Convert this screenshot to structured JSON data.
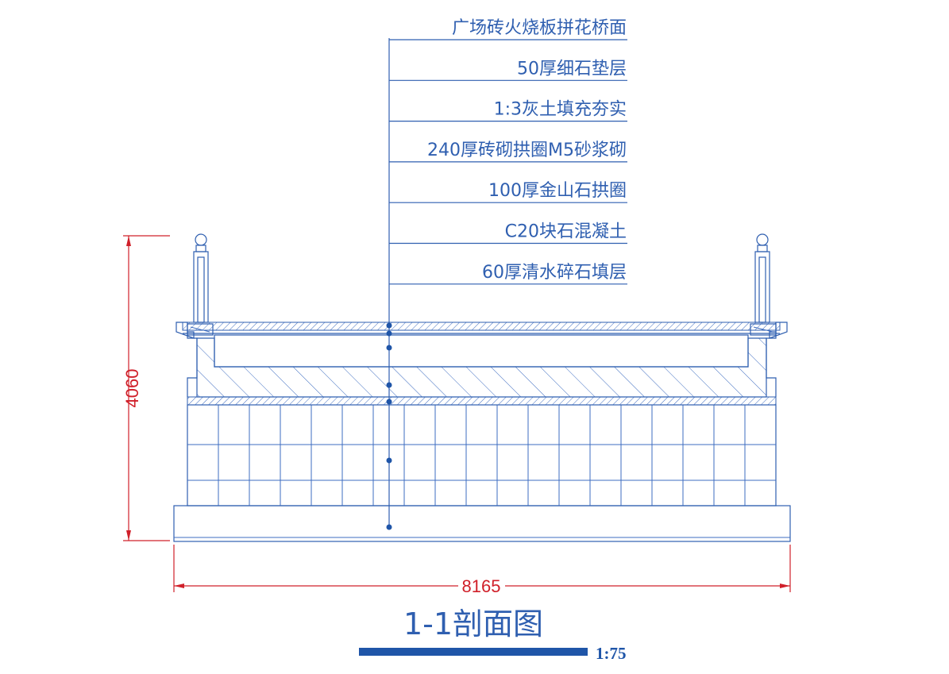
{
  "layers": [
    {
      "label": "广场砖火烧板拼花桥面"
    },
    {
      "label": "50厚细石垫层"
    },
    {
      "label": "1:3灰土填充夯实"
    },
    {
      "label": "240厚砖砌拱圈M5砂浆砌"
    },
    {
      "label": "100厚金山石拱圈"
    },
    {
      "label": "C20块石混凝土"
    },
    {
      "label": "60厚清水碎石填层"
    }
  ],
  "dimensions": {
    "height_label": "4060",
    "width_label": "8165"
  },
  "title": {
    "text": "1-1剖面图",
    "scale": "1:75"
  },
  "colors": {
    "line": "#2f5fb0",
    "dimension": "#d0202a",
    "scale_bar": "#1f55a8"
  }
}
